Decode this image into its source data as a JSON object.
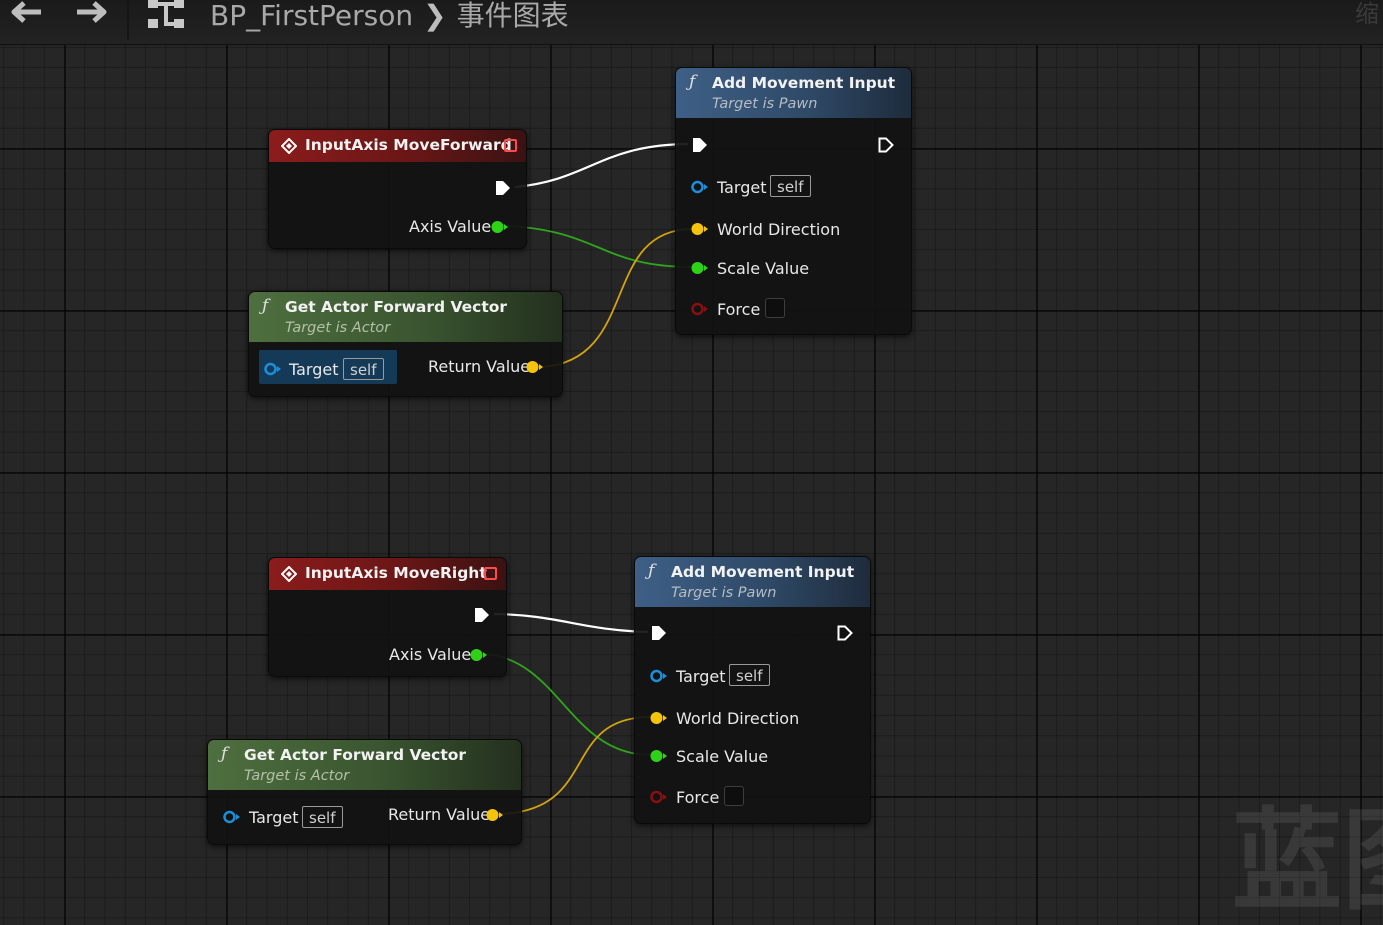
{
  "toolbar": {
    "back_icon": "arrow-left-icon",
    "forward_icon": "arrow-right-icon",
    "graph_icon": "blueprint-tree-icon",
    "breadcrumb_blueprint": "BP_FirstPerson",
    "breadcrumb_separator": "❯",
    "breadcrumb_graph": "事件图表",
    "corner_text": "缩"
  },
  "watermark": "蓝图",
  "colors": {
    "exec_pin": "#ffffff",
    "float_pin": "#2ed318",
    "vector_pin": "#f5c30c",
    "object_pin": "#1a8fdc",
    "bool_pin": "#8a1010",
    "event_header": "#8b1c1c",
    "function_header": "#3e5f86",
    "pure_function_header": "#4e6f3f"
  },
  "graph": {
    "move_forward": {
      "event": {
        "title": "InputAxis MoveForward",
        "axis_label": "Axis Value"
      },
      "forward_vector": {
        "title": "Get Actor Forward Vector",
        "subtitle": "Target is Actor",
        "target_label": "Target",
        "target_value": "self",
        "return_label": "Return Value"
      },
      "add_movement": {
        "title": "Add Movement Input",
        "subtitle": "Target is Pawn",
        "target_label": "Target",
        "target_value": "self",
        "direction_label": "World Direction",
        "scale_label": "Scale Value",
        "force_label": "Force"
      }
    },
    "move_right": {
      "event": {
        "title": "InputAxis MoveRight",
        "axis_label": "Axis Value"
      },
      "forward_vector": {
        "title": "Get Actor Forward Vector",
        "subtitle": "Target is Actor",
        "target_label": "Target",
        "target_value": "self",
        "return_label": "Return Value"
      },
      "add_movement": {
        "title": "Add Movement Input",
        "subtitle": "Target is Pawn",
        "target_label": "Target",
        "target_value": "self",
        "direction_label": "World Direction",
        "scale_label": "Scale Value",
        "force_label": "Force"
      }
    }
  }
}
